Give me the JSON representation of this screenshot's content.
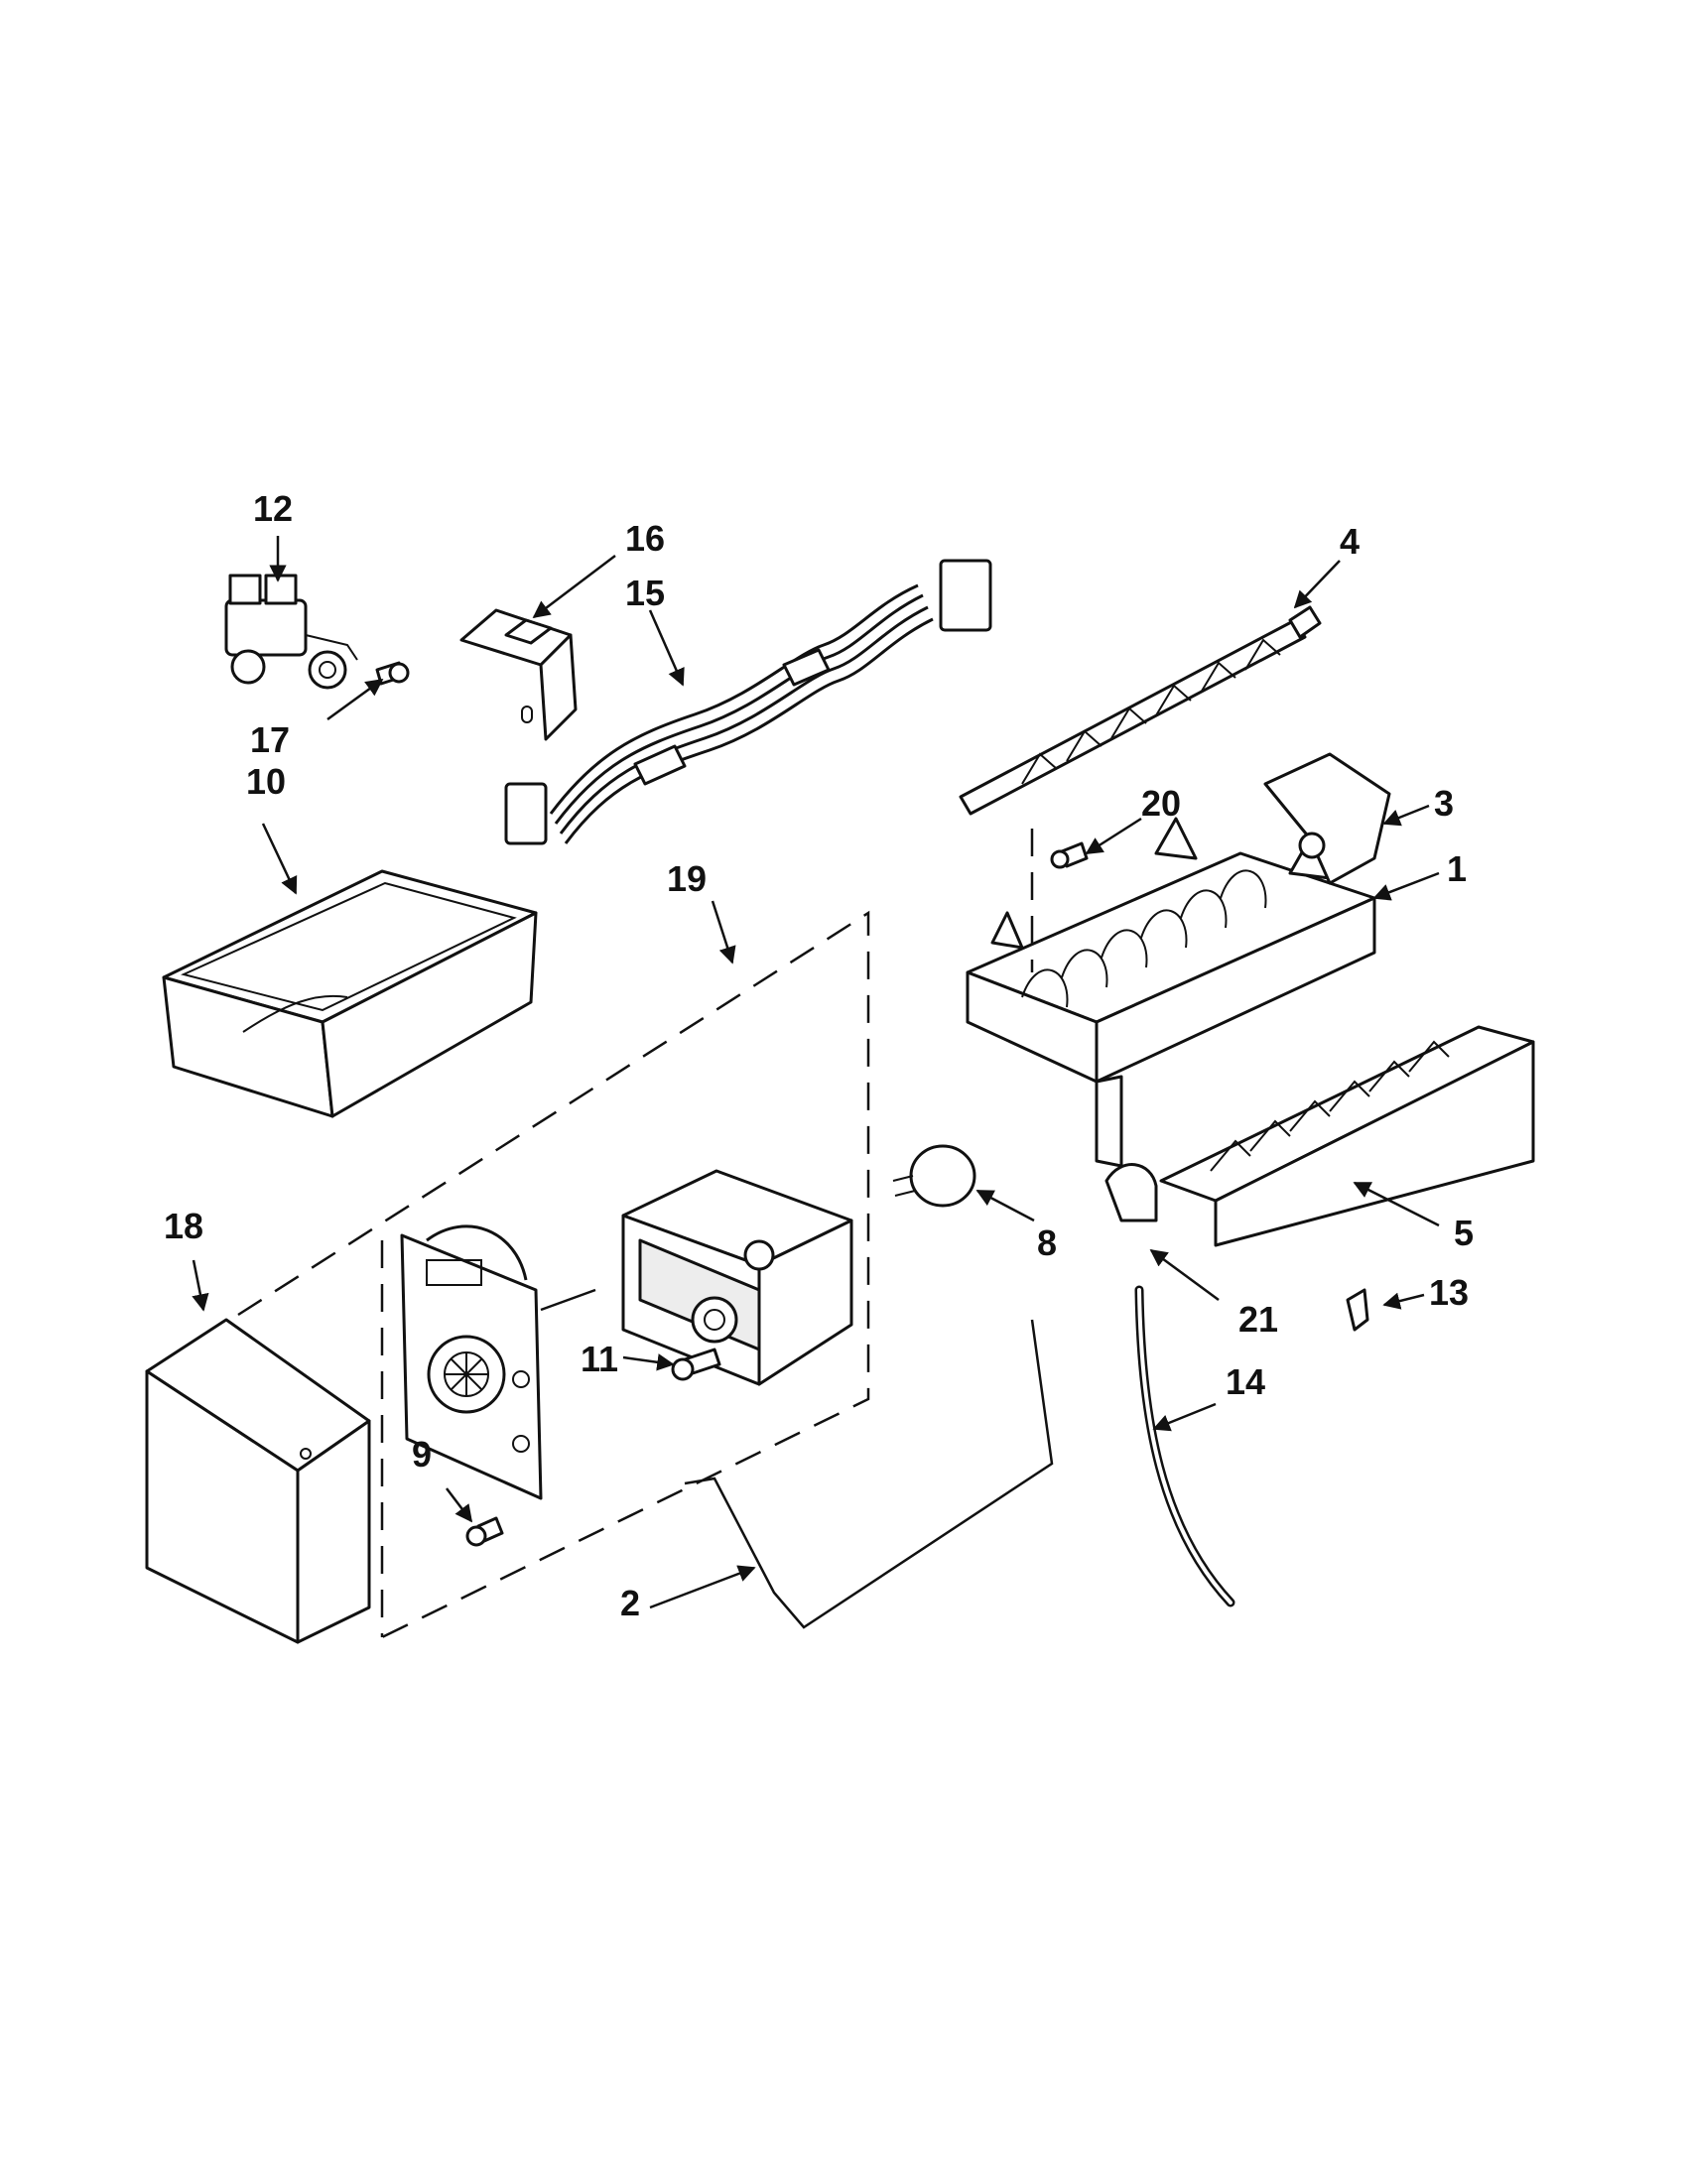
{
  "callouts": [
    {
      "id": "1",
      "text": "1"
    },
    {
      "id": "2",
      "text": "2"
    },
    {
      "id": "3",
      "text": "3"
    },
    {
      "id": "4",
      "text": "4"
    },
    {
      "id": "5",
      "text": "5"
    },
    {
      "id": "8",
      "text": "8"
    },
    {
      "id": "9",
      "text": "9"
    },
    {
      "id": "10",
      "text": "10"
    },
    {
      "id": "11",
      "text": "11"
    },
    {
      "id": "12",
      "text": "12"
    },
    {
      "id": "13",
      "text": "13"
    },
    {
      "id": "14",
      "text": "14"
    },
    {
      "id": "15",
      "text": "15"
    },
    {
      "id": "16",
      "text": "16"
    },
    {
      "id": "17",
      "text": "17"
    },
    {
      "id": "18",
      "text": "18"
    },
    {
      "id": "19",
      "text": "19"
    },
    {
      "id": "20",
      "text": "20"
    },
    {
      "id": "21",
      "text": "21"
    }
  ],
  "colors": {
    "ink": "#111111",
    "paper": "#ffffff",
    "shade": "#ededed"
  }
}
